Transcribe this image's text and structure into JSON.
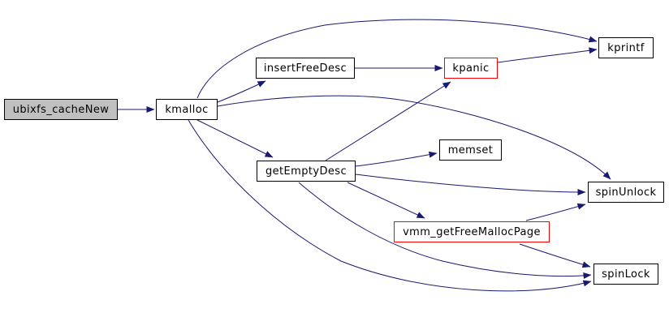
{
  "diagram": {
    "kind": "doxygen-call-graph",
    "colors": {
      "background": "#ffffff",
      "edge": "#191970",
      "node_border": "#000000",
      "node_fill": "#ffffff",
      "root_fill": "#c0c0c0",
      "truncated_border": "#ff0000",
      "text": "#000000"
    },
    "nodes": {
      "root": {
        "label": "ubixfs_cacheNew",
        "style": "current-function"
      },
      "kmalloc": {
        "label": "kmalloc",
        "style": "normal"
      },
      "insertFreeDesc": {
        "label": "insertFreeDesc",
        "style": "normal"
      },
      "kpanic": {
        "label": "kpanic",
        "style": "truncated"
      },
      "kprintf": {
        "label": "kprintf",
        "style": "normal"
      },
      "getEmptyDesc": {
        "label": "getEmptyDesc",
        "style": "normal"
      },
      "memset": {
        "label": "memset",
        "style": "normal"
      },
      "spinUnlock": {
        "label": "spinUnlock",
        "style": "normal"
      },
      "vmm_getFreeMallocPage": {
        "label": "vmm_getFreeMallocPage",
        "style": "truncated"
      },
      "spinLock": {
        "label": "spinLock",
        "style": "normal"
      }
    },
    "edges": [
      {
        "from": "ubixfs_cacheNew",
        "to": "kmalloc"
      },
      {
        "from": "kmalloc",
        "to": "kprintf"
      },
      {
        "from": "kmalloc",
        "to": "insertFreeDesc"
      },
      {
        "from": "kmalloc",
        "to": "spinUnlock"
      },
      {
        "from": "kmalloc",
        "to": "getEmptyDesc"
      },
      {
        "from": "kmalloc",
        "to": "spinLock"
      },
      {
        "from": "insertFreeDesc",
        "to": "kpanic"
      },
      {
        "from": "kpanic",
        "to": "kprintf"
      },
      {
        "from": "getEmptyDesc",
        "to": "kpanic"
      },
      {
        "from": "getEmptyDesc",
        "to": "memset"
      },
      {
        "from": "getEmptyDesc",
        "to": "spinUnlock"
      },
      {
        "from": "getEmptyDesc",
        "to": "vmm_getFreeMallocPage"
      },
      {
        "from": "getEmptyDesc",
        "to": "spinLock"
      },
      {
        "from": "vmm_getFreeMallocPage",
        "to": "spinUnlock"
      },
      {
        "from": "vmm_getFreeMallocPage",
        "to": "spinLock"
      }
    ]
  }
}
